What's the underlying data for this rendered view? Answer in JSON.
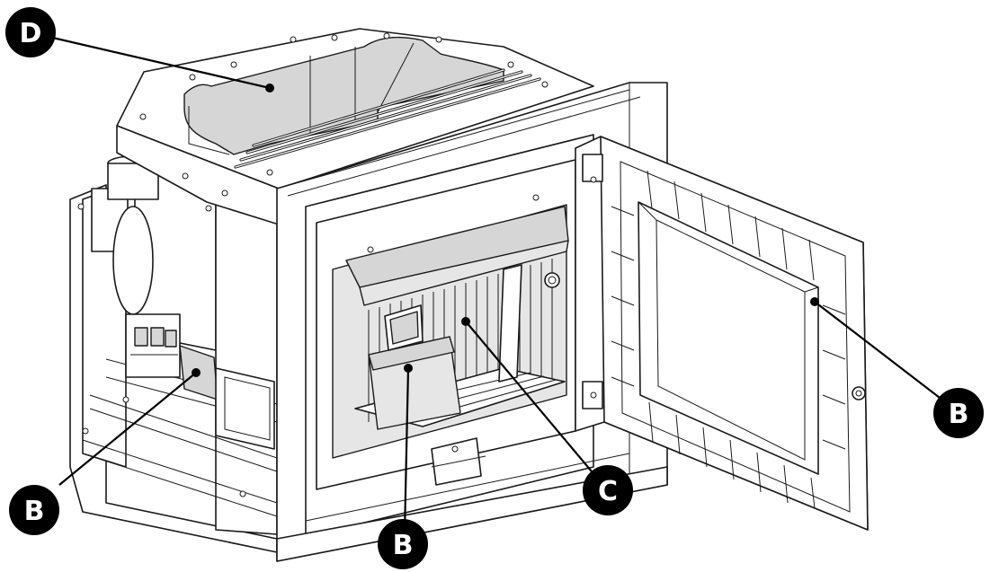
{
  "callouts": [
    {
      "id": "D",
      "label": "D"
    },
    {
      "id": "B-left",
      "label": "B"
    },
    {
      "id": "B-bottom",
      "label": "B"
    },
    {
      "id": "C",
      "label": "C"
    },
    {
      "id": "B-right",
      "label": "B"
    }
  ],
  "colors": {
    "callout_fill": "#000000",
    "callout_text": "#ffffff",
    "line": "#1a1a1a",
    "shade": "#d6d6d6"
  }
}
